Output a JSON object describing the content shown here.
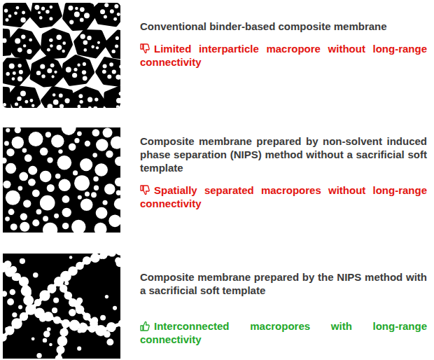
{
  "diagram": {
    "labels": [
      "Conventional binder-based composite membrane",
      "Limited interparticle macropore without long-range connectivity",
      "Composite membrane prepared by non-solvent induced phase separation (NIPS) method without a sacrificial soft template",
      "Spatially separated macropores without long-range connectivity",
      "Composite membrane prepared by the NIPS method with a sacrificial soft template",
      "Interconnected macropores with long-range connectivity"
    ]
  }
}
